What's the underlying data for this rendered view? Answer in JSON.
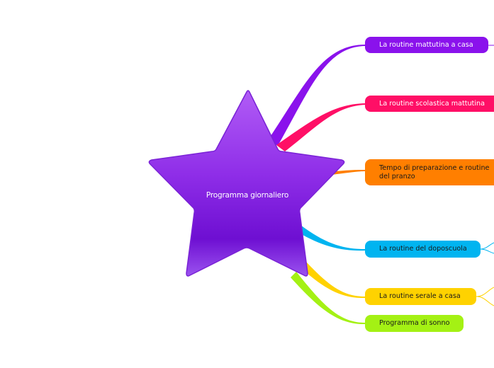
{
  "center": {
    "label": "Programma giornaliero",
    "color": "#8a2be2"
  },
  "branches": [
    {
      "label": "La routine mattutina a casa",
      "color": "#8a12ec"
    },
    {
      "label": "La routine scolastica mattutina",
      "color": "#ff0f66"
    },
    {
      "label": "Tempo di preparazione e routine del pranzo",
      "color": "#ff7f00"
    },
    {
      "label": "La routine del doposcuola",
      "color": "#00b4f0"
    },
    {
      "label": "La routine serale a casa",
      "color": "#ffd200"
    },
    {
      "label": "Programma di sonno",
      "color": "#a4f114"
    }
  ]
}
